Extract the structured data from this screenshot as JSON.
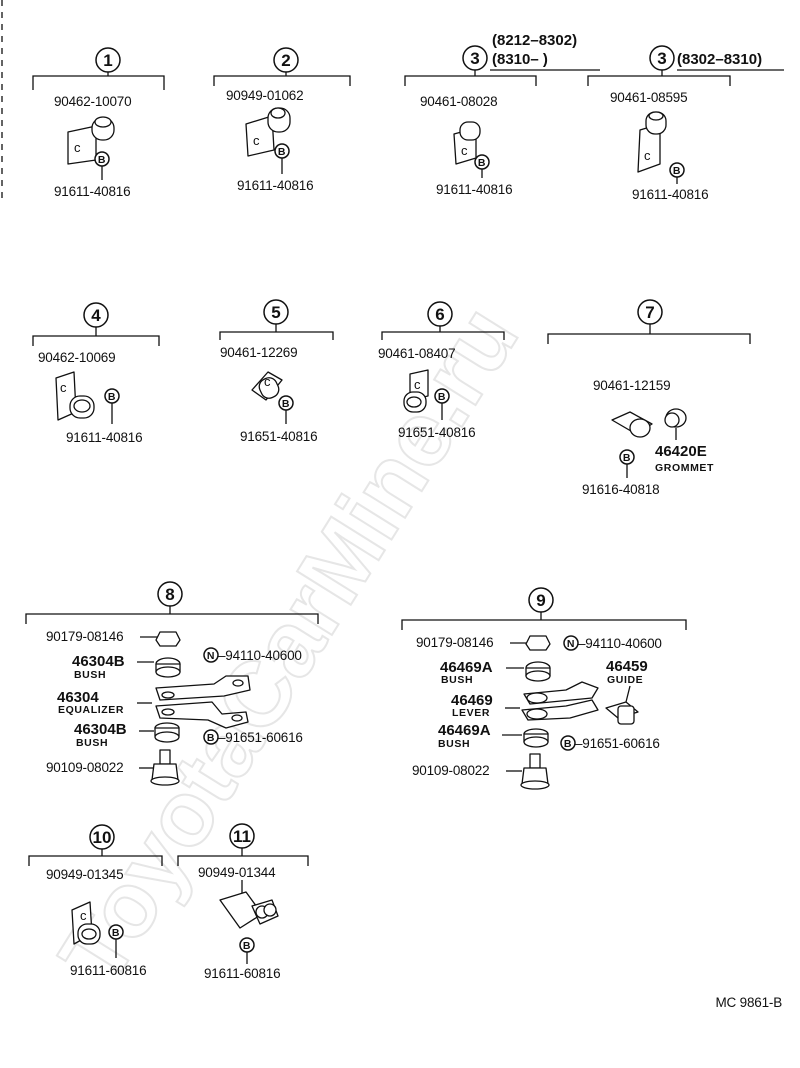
{
  "watermark": "ToyotaCarMine.ru",
  "footer_code": "MC 9861-B",
  "marks": {
    "b": "B",
    "n": "N"
  },
  "groups": {
    "g1": {
      "number": "1",
      "clamp": "90462-10070",
      "bolt": "91611-40816"
    },
    "g2": {
      "number": "2",
      "clamp": "90949-01062",
      "bolt": "91611-40816"
    },
    "g3": {
      "number": "3",
      "range1": "(8212–8302)",
      "range2": "(8310–      )",
      "clamp": "90461-08028",
      "bolt": "91611-40816"
    },
    "g3b": {
      "number": "3",
      "range": "(8302–8310)",
      "clamp": "90461-08595",
      "bolt": "91611-40816"
    },
    "g4": {
      "number": "4",
      "clamp": "90462-10069",
      "bolt": "91611-40816"
    },
    "g5": {
      "number": "5",
      "clamp": "90461-12269",
      "bolt": "91651-40816"
    },
    "g6": {
      "number": "6",
      "clamp": "90461-08407",
      "bolt": "91651-40816"
    },
    "g7": {
      "number": "7",
      "clamp": "90461-12159",
      "grommet_pn": "46420E",
      "grommet_label": "GROMMET",
      "bolt": "91616-40818"
    },
    "g8": {
      "number": "8",
      "nut": "90179-08146",
      "bush_top_pn": "46304B",
      "bush_top_label": "BUSH",
      "equalizer_pn": "46304",
      "equalizer_label": "EQUALIZER",
      "bush_bot_pn": "46304B",
      "bush_bot_label": "BUSH",
      "bolt": "90109-08022",
      "n_part": "–94110-40600",
      "b_part": "–91651-60616"
    },
    "g9": {
      "number": "9",
      "nut": "90179-08146",
      "n_part": "–94110-40600",
      "bush_top_pn": "46469A",
      "bush_top_label": "BUSH",
      "guide_pn": "46459",
      "guide_label": "GUIDE",
      "lever_pn": "46469",
      "lever_label": "LEVER",
      "bush_bot_pn": "46469A",
      "bush_bot_label": "BUSH",
      "b_part": "–91651-60616",
      "bolt": "90109-08022"
    },
    "g10": {
      "number": "10",
      "clamp": "90949-01345",
      "bolt": "91611-60816"
    },
    "g11": {
      "number": "11",
      "clamp": "90949-01344",
      "bolt": "91611-60816"
    }
  }
}
